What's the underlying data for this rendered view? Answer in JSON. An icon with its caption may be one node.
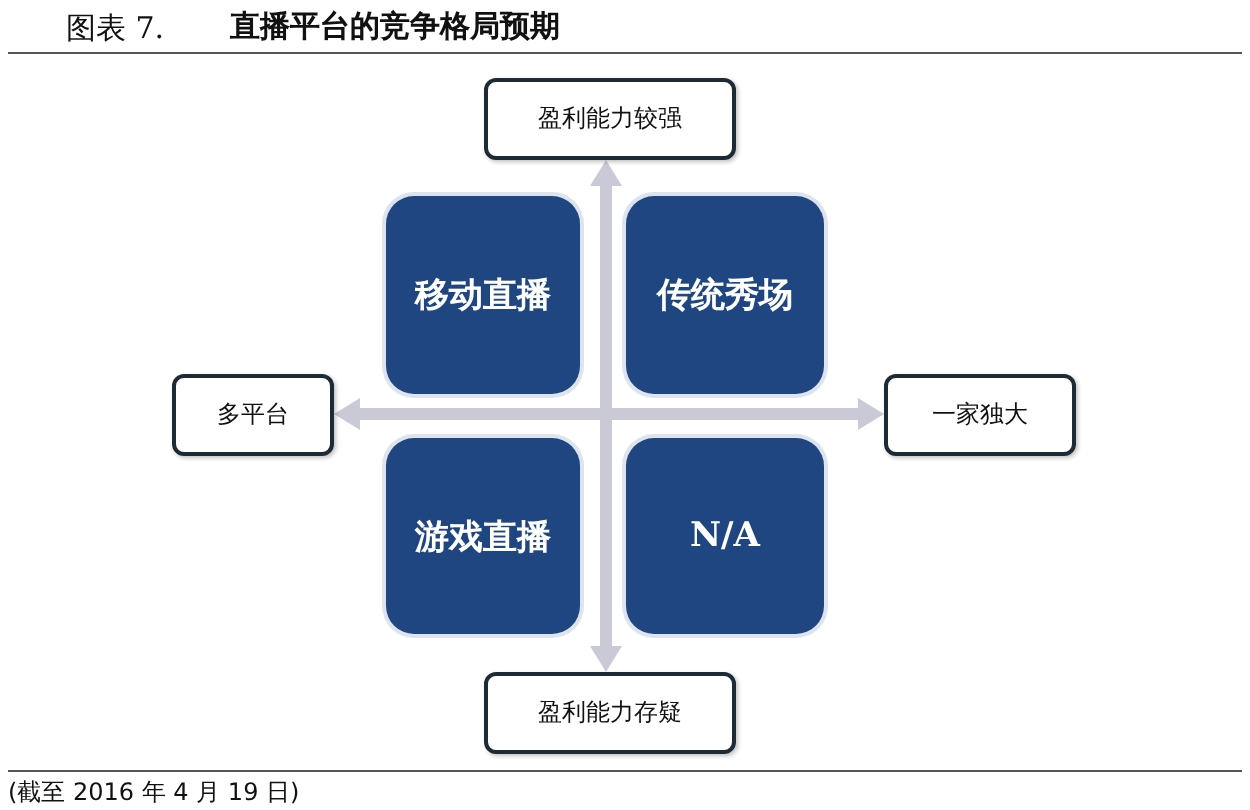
{
  "diagram": {
    "title": "直播平台的竞争格局预期",
    "caption": "(截至 2016 年 4 月 19 日)",
    "nodes": [
      {
        "text": [
          "盈利能力较强"
        ]
      },
      {
        "text": [
          "移动直播"
        ]
      },
      {
        "text": [
          "传统秀场"
        ]
      },
      {
        "text": [
          "多平台"
        ]
      },
      {
        "text": [
          "一家独大"
        ]
      },
      {
        "text": [
          "游戏直播"
        ]
      },
      {
        "text": [
          "N/A"
        ]
      },
      {
        "text": [
          "盈利能力存疑"
        ]
      }
    ],
    "edges": [
      {
        "from": 7,
        "to": 0,
        "arrow": "both"
      },
      {
        "from": 3,
        "to": 4,
        "arrow": "both"
      }
    ],
    "labels": [
      "图表 7."
    ]
  }
}
